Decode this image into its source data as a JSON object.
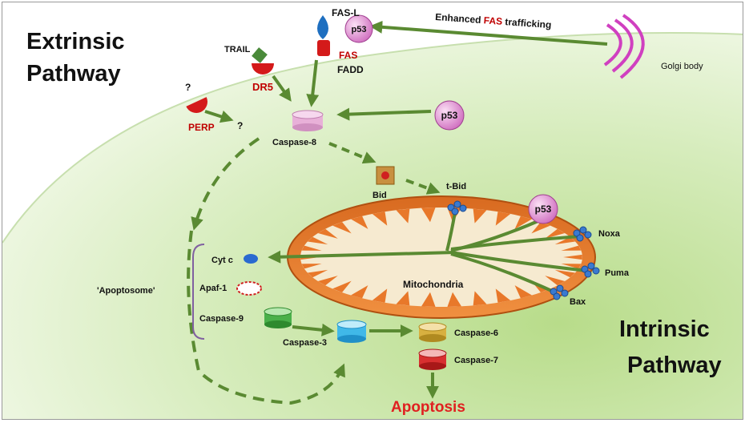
{
  "titles": {
    "extrinsic_line1": "Extrinsic",
    "extrinsic_line2": "Pathway",
    "intrinsic_line1": "Intrinsic",
    "intrinsic_line2": "Pathway"
  },
  "labels": {
    "fasl": "FAS-L",
    "trail": "TRAIL",
    "dr5": "DR5",
    "fas": "FAS",
    "fadd": "FADD",
    "unknown_receptor": "?",
    "unknown_effect": "?",
    "perp": "PERP",
    "p53_top": "p53",
    "p53_mid": "p53",
    "p53_mito": "p53",
    "trafficking_pre": "Enhanced ",
    "trafficking_fas": "FAS",
    "trafficking_post": " trafficking",
    "golgi": "Golgi body",
    "caspase8": "Caspase-8",
    "bid": "Bid",
    "tbid": "t-Bid",
    "noxa": "Noxa",
    "puma": "Puma",
    "bax": "Bax",
    "mitochondria": "Mitochondria",
    "cytc": "Cyt c",
    "apoptosome": "'Apoptosome'",
    "apaf1": "Apaf-1",
    "caspase9": "Caspase-9",
    "caspase3": "Caspase-3",
    "caspase6": "Caspase-6",
    "caspase7": "Caspase-7",
    "apoptosis": "Apoptosis"
  },
  "colors": {
    "cell_bg": "#dff0c8",
    "arrow": "#5a8a32",
    "red_label": "#c00000",
    "mito_fill": "#e8782a",
    "p53_fill": "#e89ad8",
    "apoptosis": "#e02020"
  }
}
